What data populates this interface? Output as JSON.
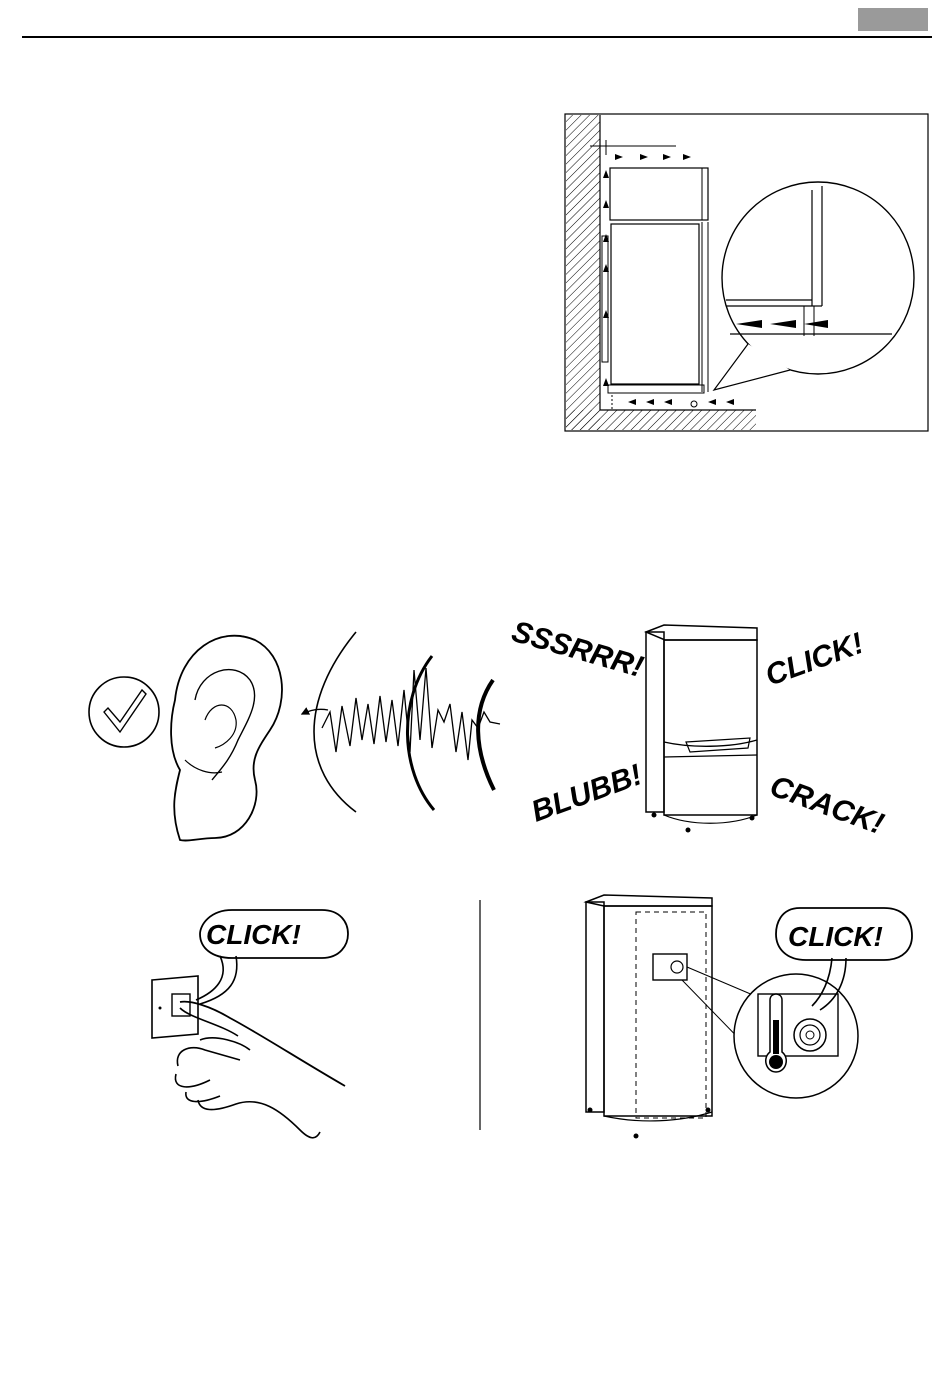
{
  "header": {
    "tab_color": "#9a9a9a"
  },
  "noises": {
    "sounds": [
      "SSSRRR!",
      "CLICK!",
      "BLUBB!",
      "CRACK!"
    ]
  },
  "switch_on": {
    "socket_click": "CLICK!",
    "thermostat_click": "CLICK!"
  }
}
